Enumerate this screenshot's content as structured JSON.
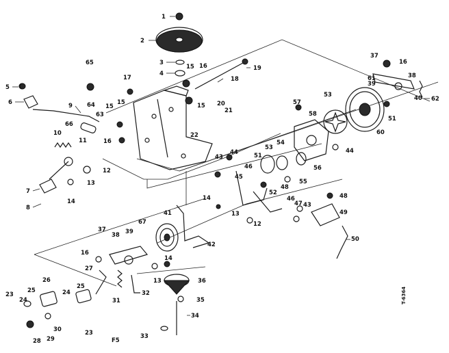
{
  "figure": {
    "code": "F5",
    "side_code": "T-6364"
  },
  "callouts": [
    {
      "id": "c1",
      "text": "1"
    },
    {
      "id": "c2",
      "text": "2"
    },
    {
      "id": "c3",
      "text": "3"
    },
    {
      "id": "c4",
      "text": "4"
    },
    {
      "id": "c5",
      "text": "5"
    },
    {
      "id": "c6",
      "text": "6"
    },
    {
      "id": "c7",
      "text": "7"
    },
    {
      "id": "c8",
      "text": "8"
    },
    {
      "id": "c9",
      "text": "9"
    },
    {
      "id": "c10",
      "text": "10"
    },
    {
      "id": "c11",
      "text": "11"
    },
    {
      "id": "c12a",
      "text": "12"
    },
    {
      "id": "c12b",
      "text": "12"
    },
    {
      "id": "c13a",
      "text": "13"
    },
    {
      "id": "c13b",
      "text": "13"
    },
    {
      "id": "c13c",
      "text": "13"
    },
    {
      "id": "c14a",
      "text": "14"
    },
    {
      "id": "c14b",
      "text": "14"
    },
    {
      "id": "c14c",
      "text": "14"
    },
    {
      "id": "c15a",
      "text": "15"
    },
    {
      "id": "c15b",
      "text": "15"
    },
    {
      "id": "c15c",
      "text": "15"
    },
    {
      "id": "c15d",
      "text": "15"
    },
    {
      "id": "c16a",
      "text": "16"
    },
    {
      "id": "c16b",
      "text": "16"
    },
    {
      "id": "c16c",
      "text": "16"
    },
    {
      "id": "c16d",
      "text": "16"
    },
    {
      "id": "c17",
      "text": "17"
    },
    {
      "id": "c18",
      "text": "18"
    },
    {
      "id": "c19",
      "text": "19"
    },
    {
      "id": "c20",
      "text": "20"
    },
    {
      "id": "c21",
      "text": "21"
    },
    {
      "id": "c22",
      "text": "22"
    },
    {
      "id": "c23a",
      "text": "23"
    },
    {
      "id": "c23b",
      "text": "23"
    },
    {
      "id": "c24a",
      "text": "24"
    },
    {
      "id": "c24b",
      "text": "24"
    },
    {
      "id": "c25a",
      "text": "25"
    },
    {
      "id": "c25b",
      "text": "25"
    },
    {
      "id": "c26",
      "text": "26"
    },
    {
      "id": "c27",
      "text": "27"
    },
    {
      "id": "c28",
      "text": "28"
    },
    {
      "id": "c29",
      "text": "29"
    },
    {
      "id": "c30",
      "text": "30"
    },
    {
      "id": "c31",
      "text": "31"
    },
    {
      "id": "c32",
      "text": "32"
    },
    {
      "id": "c33",
      "text": "33"
    },
    {
      "id": "c34",
      "text": "34"
    },
    {
      "id": "c35",
      "text": "35"
    },
    {
      "id": "c36",
      "text": "36"
    },
    {
      "id": "c37a",
      "text": "37"
    },
    {
      "id": "c37b",
      "text": "37"
    },
    {
      "id": "c38a",
      "text": "38"
    },
    {
      "id": "c38b",
      "text": "38"
    },
    {
      "id": "c39a",
      "text": "39"
    },
    {
      "id": "c39b",
      "text": "39"
    },
    {
      "id": "c40",
      "text": "40"
    },
    {
      "id": "c41",
      "text": "41"
    },
    {
      "id": "c42",
      "text": "42"
    },
    {
      "id": "c43a",
      "text": "43"
    },
    {
      "id": "c43b",
      "text": "43"
    },
    {
      "id": "c44a",
      "text": "44"
    },
    {
      "id": "c44b",
      "text": "44"
    },
    {
      "id": "c45",
      "text": "45"
    },
    {
      "id": "c46a",
      "text": "46"
    },
    {
      "id": "c46b",
      "text": "46"
    },
    {
      "id": "c47",
      "text": "47"
    },
    {
      "id": "c48a",
      "text": "48"
    },
    {
      "id": "c48b",
      "text": "48"
    },
    {
      "id": "c49",
      "text": "49"
    },
    {
      "id": "c50",
      "text": "50"
    },
    {
      "id": "c51a",
      "text": "51"
    },
    {
      "id": "c51b",
      "text": "51"
    },
    {
      "id": "c52",
      "text": "52"
    },
    {
      "id": "c53a",
      "text": "53"
    },
    {
      "id": "c53b",
      "text": "53"
    },
    {
      "id": "c54",
      "text": "54"
    },
    {
      "id": "c55",
      "text": "55"
    },
    {
      "id": "c56",
      "text": "56"
    },
    {
      "id": "c57",
      "text": "57"
    },
    {
      "id": "c58",
      "text": "58"
    },
    {
      "id": "c60",
      "text": "60"
    },
    {
      "id": "c61",
      "text": "61"
    },
    {
      "id": "c62",
      "text": "62"
    },
    {
      "id": "c63",
      "text": "63"
    },
    {
      "id": "c64",
      "text": "64"
    },
    {
      "id": "c65",
      "text": "65"
    },
    {
      "id": "c66",
      "text": "66"
    },
    {
      "id": "c67",
      "text": "67"
    }
  ]
}
